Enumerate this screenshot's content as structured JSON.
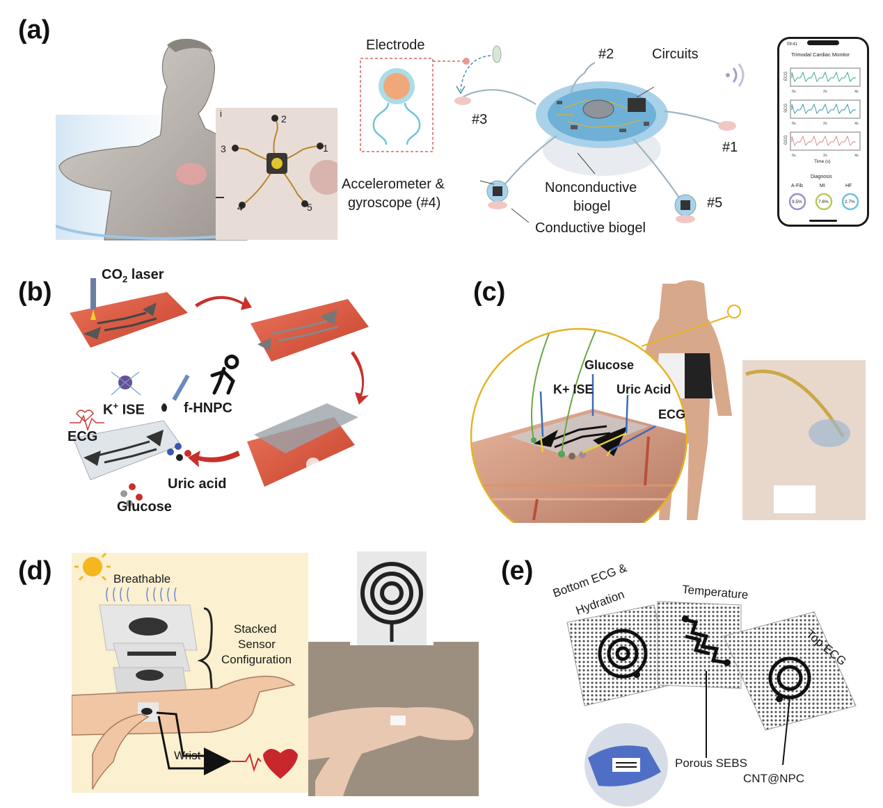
{
  "panels": {
    "a": {
      "label": "(a)",
      "inset_numbers": {
        "i": "i",
        "n1": "1",
        "n2": "2",
        "n3": "3",
        "n4": "4",
        "n5": "5"
      },
      "electrode": "Electrode",
      "n2": "#2",
      "circuits": "Circuits",
      "n3": "#3",
      "n1": "#1",
      "accel_line1": "Accelerometer &",
      "accel_line2": "gyroscope (#4)",
      "nonconductive_line1": "Nonconductive",
      "nonconductive_line2": "biogel",
      "n5": "#5",
      "conductive": "Conductive biogel",
      "phone": {
        "time": "09:41",
        "title": "Trimodal Cardiac Monitor",
        "rows": [
          {
            "name": "ECG",
            "color": "#2aa87a"
          },
          {
            "name": "SCG",
            "color": "#2a8fa8"
          },
          {
            "name": "GCG",
            "color": "#d9828a"
          }
        ],
        "ticks": [
          "0s",
          "2s",
          "4s"
        ],
        "xlabel": "Time (s)",
        "diagnosis_title": "Diagnosis",
        "diagnoses": [
          {
            "name": "A-Fib",
            "value": "9.5%",
            "color": "#9a8fd0"
          },
          {
            "name": "MI",
            "value": "7.6%",
            "color": "#b7c95a"
          },
          {
            "name": "HF",
            "value": "2.7%",
            "color": "#6cc0e0"
          }
        ]
      }
    },
    "b": {
      "label": "(b)",
      "co2": "CO",
      "co2_sub": "2",
      "co2_rest": " laser",
      "kise": "K",
      "kise_sup": "+",
      "kise_rest": " ISE",
      "fhnpc": "f-HNPC",
      "ecg": "ECG",
      "uric": "Uric acid",
      "glucose": "Glucose"
    },
    "c": {
      "label": "(c)",
      "glucose": "Glucose",
      "kise": "K+ ISE",
      "uric": "Uric Acid",
      "ecg": "ECG"
    },
    "d": {
      "label": "(d)",
      "breathable": "Breathable",
      "stacked1": "Stacked",
      "stacked2": "Sensor",
      "stacked3": "Configuration",
      "wrist": "Wrist"
    },
    "e": {
      "label": "(e)",
      "bottom1": "Bottom ECG &",
      "bottom2": "Hydration",
      "temperature": "Temperature",
      "top": "Top ECG",
      "porous": "Porous SEBS",
      "cnt": "CNT@NPC"
    }
  }
}
